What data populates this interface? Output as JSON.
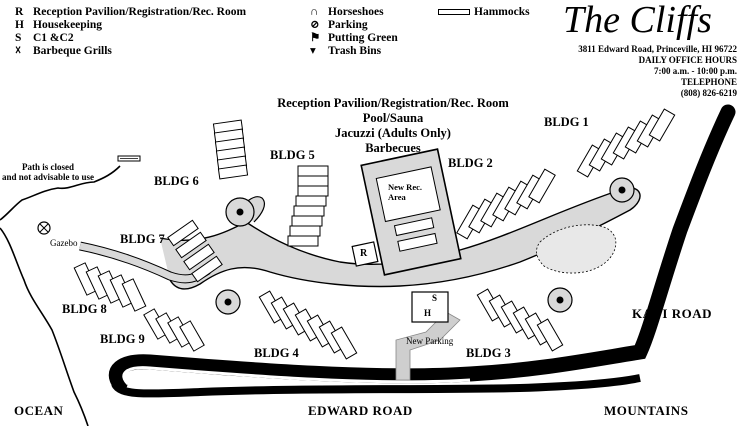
{
  "legend": {
    "items": [
      {
        "key": "R",
        "label": "Reception Pavilion/Registration/Rec. Room"
      },
      {
        "key": "H",
        "label": "Housekeeping"
      },
      {
        "key": "S",
        "label": "C1 &C2"
      },
      {
        "key": "",
        "label": "Barbeque Grills",
        "icon": "grill-icon"
      },
      {
        "key": "",
        "label": "Horseshoes",
        "icon": "horseshoe-icon"
      },
      {
        "key": "",
        "label": "Parking",
        "icon": "parking-icon"
      },
      {
        "key": "",
        "label": "Putting Green",
        "icon": "flag-icon"
      },
      {
        "key": "",
        "label": "Trash Bins",
        "icon": "trash-bin-icon"
      },
      {
        "key": "",
        "label": "Hammocks",
        "icon": "hammock-icon"
      }
    ]
  },
  "header": {
    "title": "The Cliffs",
    "address": "3811 Edward Road, Princeville, HI 96722",
    "office_hours_label": "DAILY OFFICE HOURS",
    "office_hours": "7:00 a.m. - 10:00 p.m.",
    "telephone_label": "TELEPHONE",
    "telephone": "(808) 826-6219"
  },
  "amenities": {
    "line1": "Reception Pavilion/Registration/Rec. Room",
    "line2": "Pool/Sauna",
    "line3": "Jacuzzi (Adults Only)",
    "line4": "Barbecues"
  },
  "map": {
    "buildings": {
      "b1": "BLDG 1",
      "b2": "BLDG 2",
      "b3": "BLDG 3",
      "b4": "BLDG 4",
      "b5": "BLDG 5",
      "b6": "BLDG 6",
      "b7": "BLDG 7",
      "b8": "BLDG 8",
      "b9": "BLDG 9"
    },
    "labels": {
      "path_closed": "Path is closed",
      "path_closed2": "and not advisable to use",
      "gazebo": "Gazebo",
      "new_rec": "New Rec.",
      "new_rec2": "Area",
      "new_parking": "New Parking",
      "r_marker": "R",
      "s_marker": "S",
      "h_marker": "H"
    },
    "roads": {
      "kaui": "KAUI ROAD",
      "edward": "EDWARD ROAD",
      "ocean": "OCEAN",
      "mountains": "MOUNTAINS"
    }
  }
}
